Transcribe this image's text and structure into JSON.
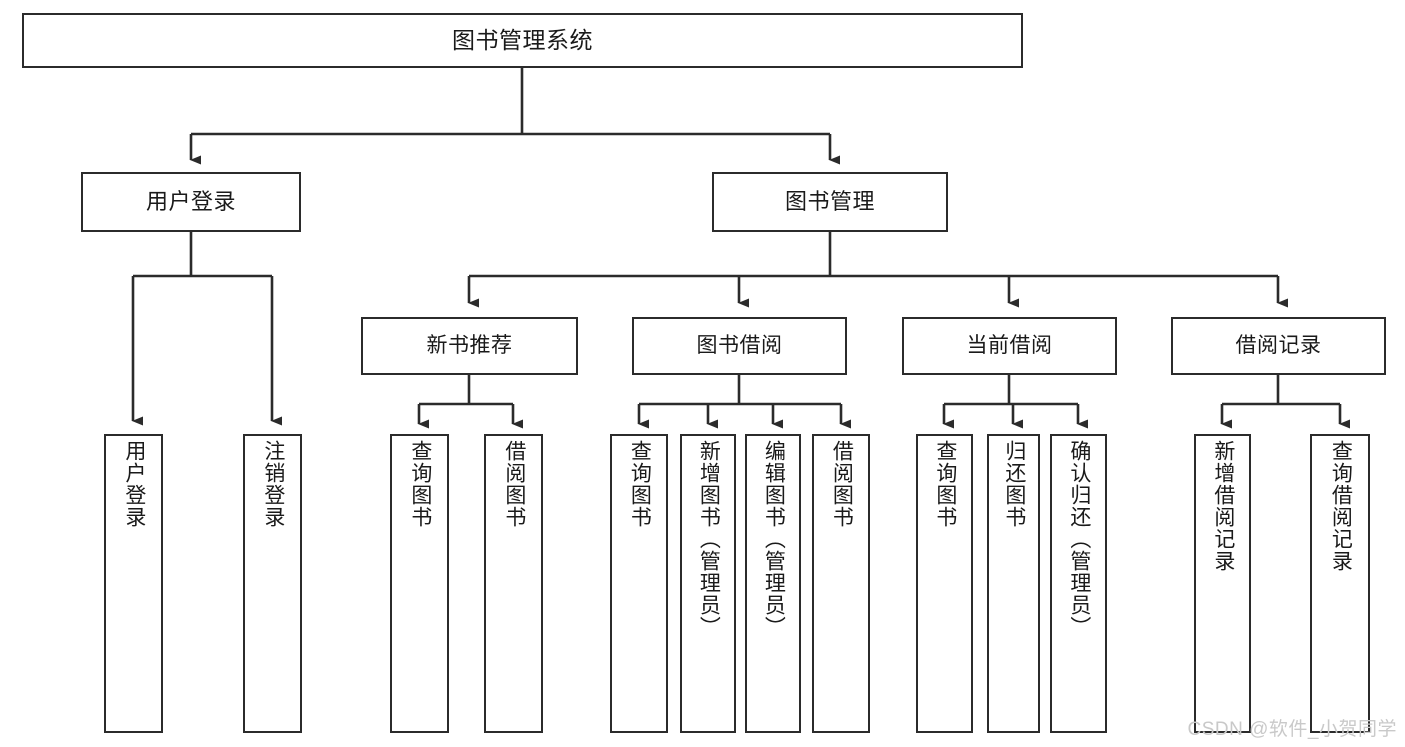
{
  "diagram": {
    "title": "图书管理系统",
    "watermark": "CSDN @软件_小贺同学",
    "colors": {
      "box_border": "#2b2b2b",
      "box_fill": "#ffffff",
      "connector": "#2b2b2b",
      "text": "#1a1a1a",
      "watermark": "#c9c9c9"
    },
    "levels": {
      "root": {
        "label": "图书管理系统"
      },
      "level2": [
        {
          "label": "用户登录"
        },
        {
          "label": "图书管理"
        }
      ],
      "level3": [
        {
          "label": "新书推荐"
        },
        {
          "label": "图书借阅"
        },
        {
          "label": "当前借阅"
        },
        {
          "label": "借阅记录"
        }
      ],
      "leaves": [
        {
          "label": "用户登录",
          "parent": "用户登录"
        },
        {
          "label": "注销登录",
          "parent": "用户登录"
        },
        {
          "label": "查询图书",
          "parent": "新书推荐"
        },
        {
          "label": "借阅图书",
          "parent": "新书推荐"
        },
        {
          "label": "查询图书",
          "parent": "图书借阅"
        },
        {
          "label": "新增图书（管理员）",
          "parent": "图书借阅"
        },
        {
          "label": "编辑图书（管理员）",
          "parent": "图书借阅"
        },
        {
          "label": "借阅图书",
          "parent": "图书借阅"
        },
        {
          "label": "查询图书",
          "parent": "当前借阅"
        },
        {
          "label": "归还图书",
          "parent": "当前借阅"
        },
        {
          "label": "确认归还（管理员）",
          "parent": "当前借阅"
        },
        {
          "label": "新增借阅记录",
          "parent": "借阅记录"
        },
        {
          "label": "查询借阅记录",
          "parent": "借阅记录"
        }
      ]
    }
  }
}
